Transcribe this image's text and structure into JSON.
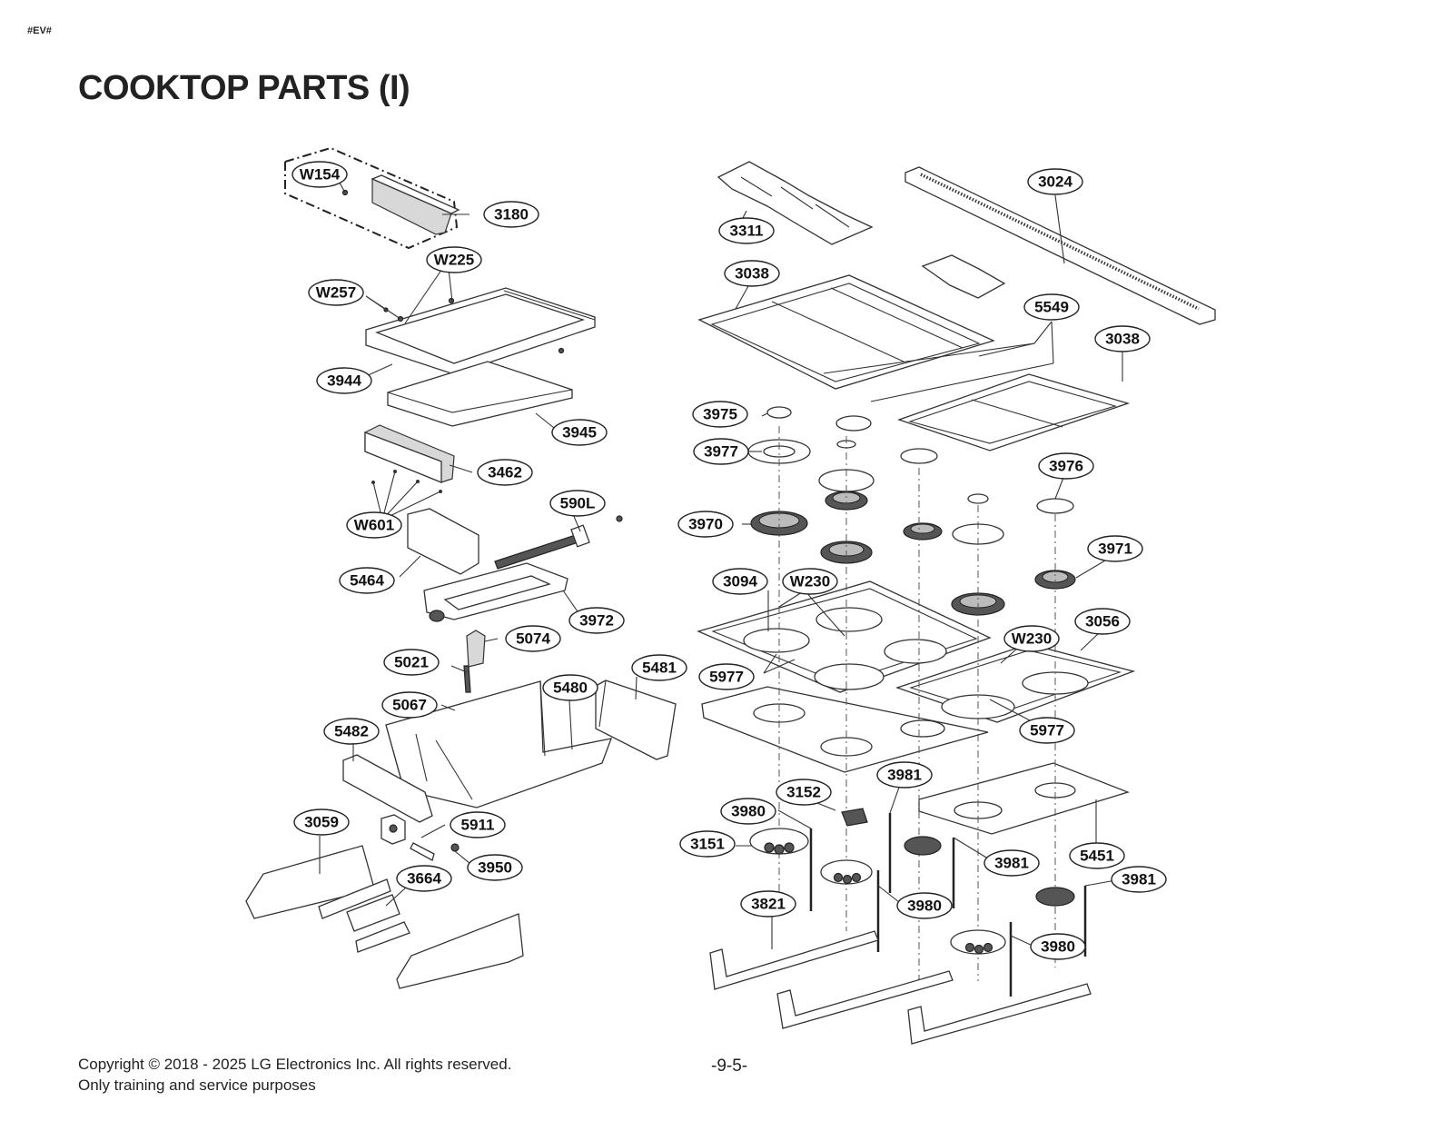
{
  "header": {
    "tag": "#EV#",
    "title": "COOKTOP PARTS (I)"
  },
  "footer": {
    "copyright": "Copyright © 2018 - 2025 LG Electronics Inc. All rights reserved.",
    "note": "Only training and service purposes",
    "page": "-9-5-"
  },
  "callouts": [
    "W154",
    "3180",
    "W225",
    "W257",
    "3944",
    "3945",
    "3462",
    "W601",
    "590L",
    "5464",
    "3972",
    "5074",
    "5021",
    "5481",
    "5480",
    "5067",
    "5482",
    "3059",
    "5911",
    "3664",
    "3950",
    "3024",
    "3311",
    "3038",
    "5549",
    "3038",
    "3975",
    "3977",
    "3976",
    "3970",
    "3971",
    "3094",
    "W230",
    "3056",
    "W230",
    "5977",
    "5977",
    "3981",
    "3152",
    "3980",
    "3151",
    "3981",
    "5451",
    "3981",
    "3821",
    "3980",
    "3980"
  ]
}
